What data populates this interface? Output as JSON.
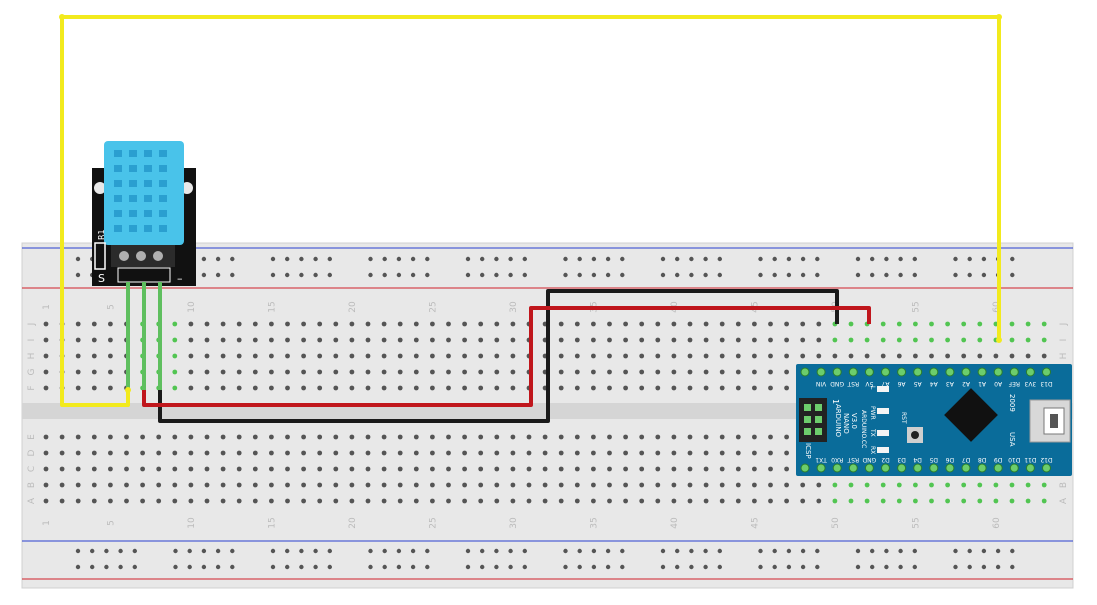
{
  "breadboard": {
    "column_numbers": [
      "1",
      "5",
      "10",
      "15",
      "20",
      "25",
      "30",
      "35",
      "40",
      "45",
      "50",
      "55",
      "60"
    ],
    "row_letters_top": [
      "J",
      "I",
      "H",
      "G",
      "F"
    ],
    "row_letters_bottom": [
      "E",
      "D",
      "C",
      "B",
      "A"
    ],
    "rail_colors": {
      "negative": "#2a3fd0",
      "positive": "#d0202a"
    }
  },
  "sensor": {
    "name": "DHT11 module",
    "resistor_label": "R1",
    "pin_label_left": "S",
    "pin_label_right": "–",
    "body_color": "#49c3ea",
    "board_color": "#111111"
  },
  "arduino": {
    "board_color": "#0a6c9a",
    "top_pins": [
      "D13",
      "3V3",
      "REF",
      "A0",
      "A1",
      "A2",
      "A3",
      "A4",
      "A5",
      "A6",
      "A7",
      "5V",
      "RST",
      "GND",
      "VIN"
    ],
    "bottom_pins": [
      "D12",
      "D11",
      "D10",
      "D9",
      "D8",
      "D7",
      "D6",
      "D5",
      "D4",
      "D3",
      "D2",
      "GND",
      "RST",
      "RX0",
      "TX1"
    ],
    "model_lines": [
      "ARDUINO",
      "NANO",
      "V3.0"
    ],
    "website": "ARDUINO.CC",
    "icsp_label": "ICSP",
    "icsp_number": "1",
    "year": "2009",
    "country": "USA",
    "led_labels": [
      "L",
      "PWR",
      "TX",
      "RX"
    ],
    "reset_label": "RST"
  },
  "wires": [
    {
      "name": "signal-wire",
      "color": "#f2ea1d"
    },
    {
      "name": "power-wire",
      "color": "#c0161c"
    },
    {
      "name": "ground-wire",
      "color": "#1a1a1a"
    },
    {
      "name": "sensor-leads",
      "color": "#5fbf5f"
    }
  ]
}
